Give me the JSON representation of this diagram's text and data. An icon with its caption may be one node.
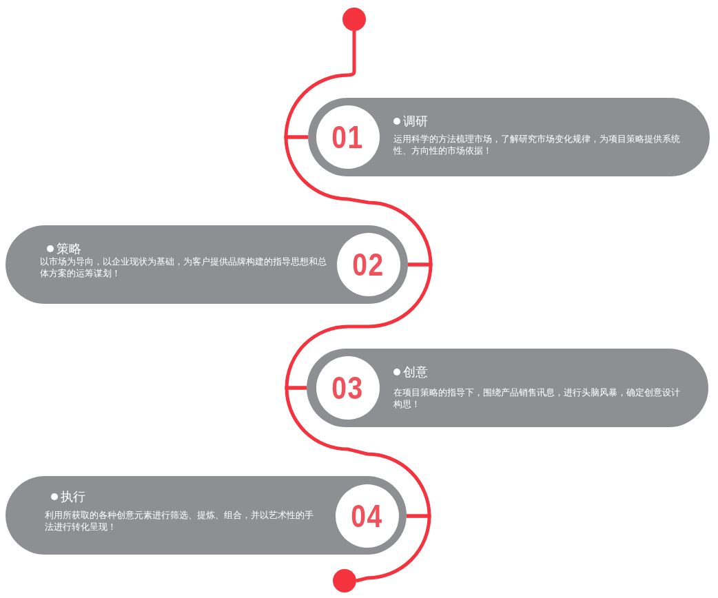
{
  "diagram": {
    "nodes": [
      {
        "text": [],
        "shape": "circle"
      },
      {
        "text": [
          "调研",
          "运用科学的方法梳理市场，了解研究市场变化规律，为项目策略提供系统性、方向性的市场依据！"
        ]
      },
      {
        "text": [
          "01"
        ],
        "in": 1
      },
      {
        "text": [
          "策略",
          "以市场为导向，以企业现状为基础，为客户提供品牌构建的指导思想和总体方案的运筹谋划！"
        ]
      },
      {
        "text": [
          "02"
        ],
        "in": 3
      },
      {
        "text": [
          "创意",
          "在项目策略的指导下，围绕产品销售讯息，进行头脑风暴，确定创意设计构思！"
        ]
      },
      {
        "text": [
          "03"
        ],
        "in": 5
      },
      {
        "text": [
          "执行",
          "利用所获取的各种创意元素进行筛选、提炼、组合，并以艺术性的手法进行转化呈现！"
        ]
      },
      {
        "text": [
          "04"
        ],
        "in": 7
      },
      {
        "text": [],
        "shape": "circle"
      }
    ],
    "edges": [
      {
        "from": 0,
        "to": 1,
        "arrow": "none"
      },
      {
        "from": 1,
        "to": 3,
        "arrow": "none"
      },
      {
        "from": 3,
        "to": 5,
        "arrow": "none"
      },
      {
        "from": 5,
        "to": 7,
        "arrow": "none"
      },
      {
        "from": 7,
        "to": 9,
        "arrow": "none"
      }
    ]
  }
}
